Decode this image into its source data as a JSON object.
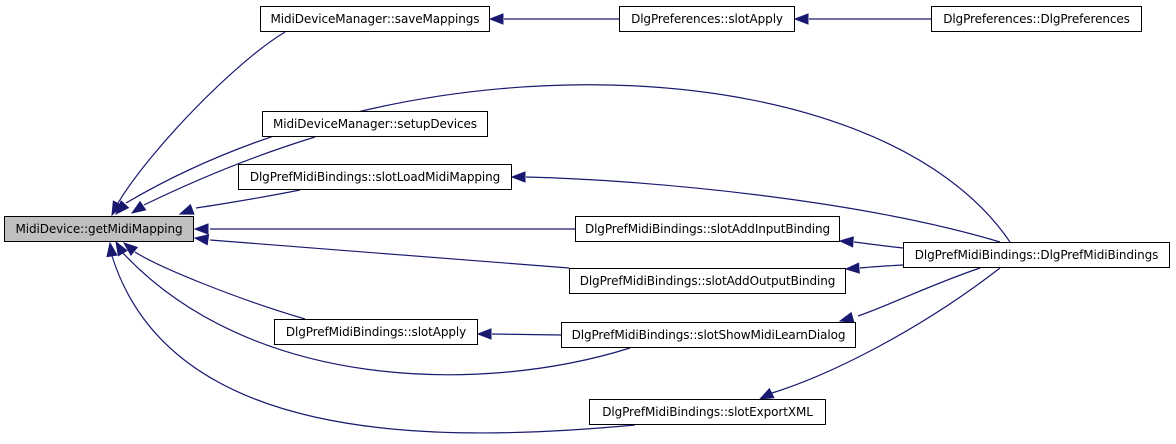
{
  "nodes": {
    "n_root": "MidiDevice::getMidiMapping",
    "n_save": "MidiDeviceManager::saveMappings",
    "n_setup": "MidiDeviceManager::setupDevices",
    "n_load": "DlgPrefMidiBindings::slotLoadMidiMapping",
    "n_apply": "DlgPrefMidiBindings::slotApply",
    "n_addin": "DlgPrefMidiBindings::slotAddInputBinding",
    "n_addout": "DlgPrefMidiBindings::slotAddOutputBinding",
    "n_learn": "DlgPrefMidiBindings::slotShowMidiLearnDialog",
    "n_export": "DlgPrefMidiBindings::slotExportXML",
    "n_papply": "DlgPreferences::slotApply",
    "n_pctor": "DlgPreferences::DlgPreferences",
    "n_bctor": "DlgPrefMidiBindings::DlgPrefMidiBindings"
  },
  "edges": [
    {
      "from": "n_save",
      "to": "n_root"
    },
    {
      "from": "n_bctor",
      "to": "n_root"
    },
    {
      "from": "n_setup",
      "to": "n_root"
    },
    {
      "from": "n_load",
      "to": "n_root"
    },
    {
      "from": "n_addin",
      "to": "n_root"
    },
    {
      "from": "n_addout",
      "to": "n_root"
    },
    {
      "from": "n_apply",
      "to": "n_root"
    },
    {
      "from": "n_learn",
      "to": "n_root"
    },
    {
      "from": "n_export",
      "to": "n_root"
    },
    {
      "from": "n_papply",
      "to": "n_save"
    },
    {
      "from": "n_pctor",
      "to": "n_papply"
    },
    {
      "from": "n_bctor",
      "to": "n_load"
    },
    {
      "from": "n_bctor",
      "to": "n_addin"
    },
    {
      "from": "n_bctor",
      "to": "n_addout"
    },
    {
      "from": "n_learn",
      "to": "n_apply"
    },
    {
      "from": "n_bctor",
      "to": "n_learn"
    },
    {
      "from": "n_bctor",
      "to": "n_export"
    }
  ],
  "colors": {
    "edge": "#191970",
    "root_fill": "#bfbfbf",
    "node_fill": "#ffffff",
    "node_border": "#000000"
  }
}
